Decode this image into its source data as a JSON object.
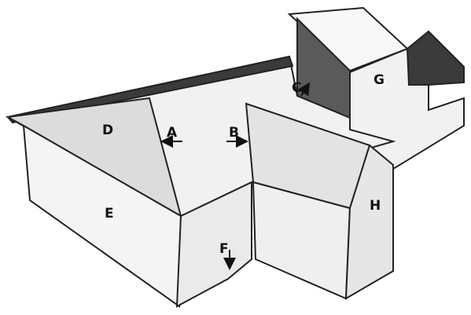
{
  "labels": {
    "a": "A",
    "b": "B",
    "c": "C",
    "d": "D",
    "e": "E",
    "f": "F",
    "g": "G",
    "h": "H"
  },
  "colors": {
    "roof_light": "#f1f1f1",
    "roof_medium": "#dcdcdc",
    "wall_light": "#f4f4f4",
    "wall_medium": "#e6e6e6",
    "dark_roof": "#3b3b3b",
    "dark_wall": "#5a5a5a",
    "outline": "#222222"
  }
}
